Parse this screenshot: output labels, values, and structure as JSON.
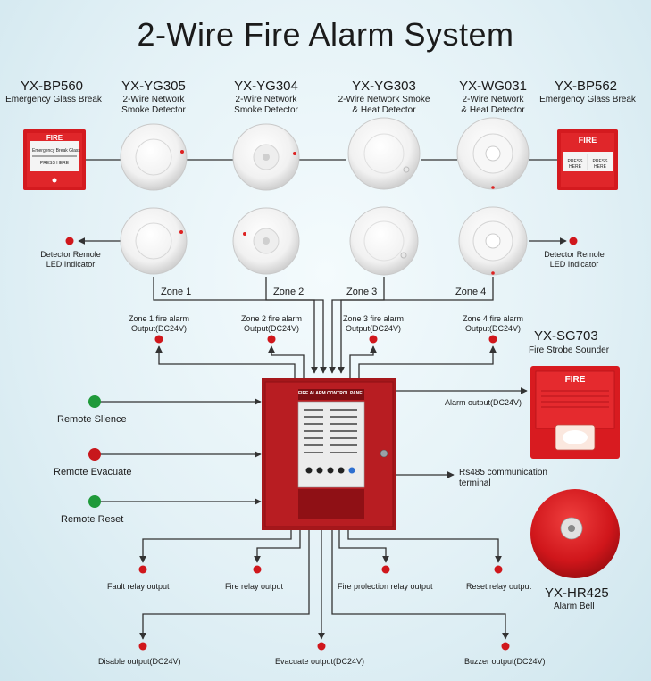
{
  "title": "2-Wire Fire Alarm System",
  "devices": [
    {
      "model": "YX-BP560",
      "desc": "Emergency Glass Break"
    },
    {
      "model": "YX-YG305",
      "desc": "2-Wire Network Smoke Detector"
    },
    {
      "model": "YX-YG304",
      "desc": "2-Wire Network Smoke Detector"
    },
    {
      "model": "YX-YG303",
      "desc": "2-Wire Network Smoke & Heat Detector"
    },
    {
      "model": "YX-WG031",
      "desc": "2-Wire Network & Heat Detector"
    },
    {
      "model": "YX-BP562",
      "desc": "Emergency Glass Break"
    }
  ],
  "desc_lines": {
    "d0": [
      "Emergency Glass Break"
    ],
    "d1": [
      "2-Wire Network",
      "Smoke Detector"
    ],
    "d2": [
      "2-Wire Network",
      "Smoke Detector"
    ],
    "d3": [
      "2-Wire Network Smoke",
      "& Heat Detector"
    ],
    "d4": [
      "2-Wire Network",
      "& Heat Detector"
    ],
    "d5": [
      "Emergency Glass Break"
    ]
  },
  "call_point_text": {
    "fire": "FIRE",
    "break_glass": "Emergency Break Glass",
    "press_here": "PRESS HERE"
  },
  "led_left": [
    "Detector Remole",
    "LED Indicator"
  ],
  "led_right": [
    "Detector Remole",
    "LED Indicator"
  ],
  "zones": [
    "Zone 1",
    "Zone 2",
    "Zone 3",
    "Zone 4"
  ],
  "zone_outputs": [
    [
      "Zone 1 fire alarm",
      "Output(DC24V)"
    ],
    [
      "Zone 2 fire alarm",
      "Output(DC24V)"
    ],
    [
      "Zone 3 fire alarm",
      "Output(DC24V)"
    ],
    [
      "Zone 4 fire alarm",
      "Output(DC24V)"
    ]
  ],
  "remote": {
    "silence": "Remote Slience",
    "evacuate": "Remote Evacuate",
    "reset": "Remote Reset"
  },
  "panel": {
    "header": "FIRE ALARM CONTROL PANEL"
  },
  "alarm_output": "Alarm output(DC24V)",
  "rs485": [
    "Rs485 communication",
    "terminal"
  ],
  "sounder": {
    "model": "YX-SG703",
    "desc": "Fire Strobe Sounder",
    "face_text": "FIRE"
  },
  "bell": {
    "model": "YX-HR425",
    "desc": "Alarm Bell"
  },
  "relay_outputs": [
    "Fault relay output",
    "Fire relay output",
    "Fire prolection relay output",
    "Reset relay output"
  ],
  "bottom_outputs": [
    "Disable output(DC24V)",
    "Evacuate output(DC24V)",
    "Buzzer output(DC24V)"
  ],
  "colors": {
    "red": "#c8171c",
    "green": "#1f9a3a",
    "panel": "#a5171b",
    "line": "#3a3a3a"
  }
}
